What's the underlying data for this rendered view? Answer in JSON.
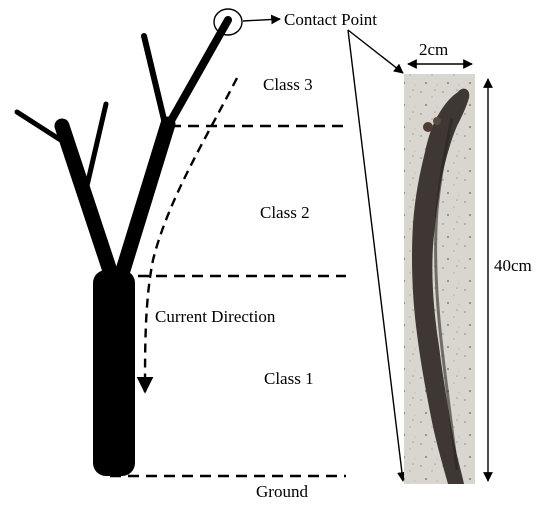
{
  "labels": {
    "contact_point": "Contact Point",
    "class3": "Class 3",
    "class2": "Class 2",
    "class1": "Class 1",
    "current_direction": "Current Direction",
    "ground": "Ground",
    "width": "2cm",
    "height": "40cm"
  },
  "colors": {
    "ink": "#000000",
    "branch_bark": "#3e3733",
    "branch_shadow": "#2a2420",
    "photo_background": "#d9d6cf",
    "speckle": "#9c9a8f"
  }
}
